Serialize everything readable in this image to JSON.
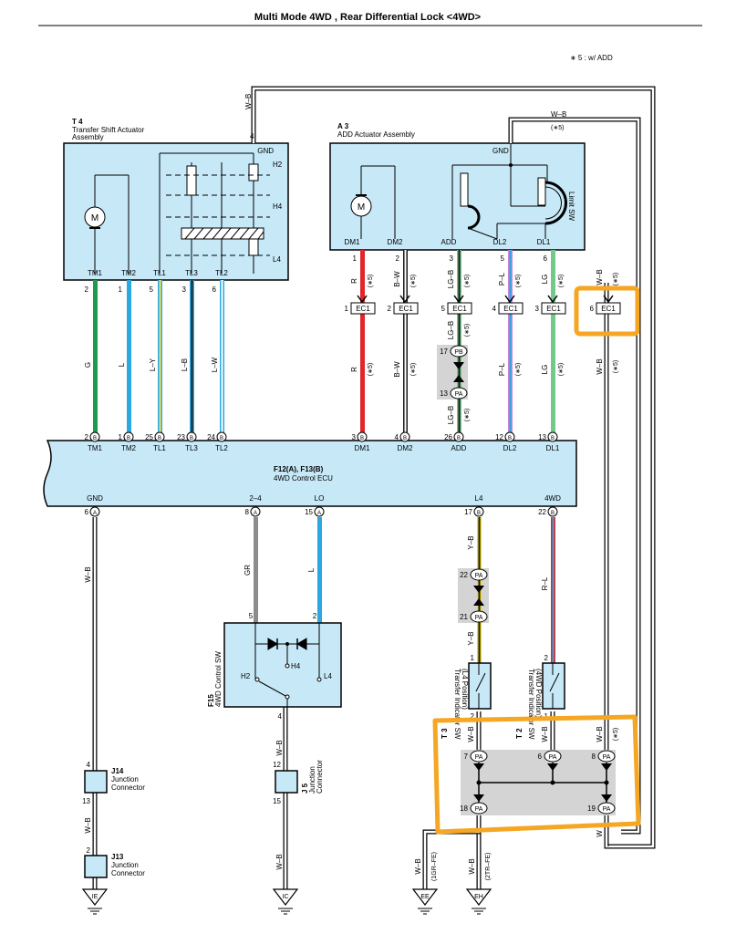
{
  "title": "Multi Mode 4WD , Rear Differential Lock <4WD>",
  "note": "∗ 5 : w/ ADD",
  "components": {
    "t4": {
      "id": "T 4",
      "name1": "Transfer Shift Actuator",
      "name2": "Assembly",
      "gnd": "GND",
      "h2": "H2",
      "h4": "H4",
      "l4": "L4",
      "gnd_pin": "4",
      "pins": [
        {
          "num": "2",
          "name": "TM1"
        },
        {
          "num": "1",
          "name": "TM2"
        },
        {
          "num": "5",
          "name": "TL1"
        },
        {
          "num": "3",
          "name": "TL3"
        },
        {
          "num": "6",
          "name": "TL2"
        }
      ]
    },
    "a3": {
      "id": "A 3",
      "name": "ADD Actuator Assembly",
      "gnd": "GND",
      "limit_sw": "Limit SW",
      "pins": [
        {
          "num": "1",
          "name": "DM1"
        },
        {
          "num": "2",
          "name": "DM2"
        },
        {
          "num": "3",
          "name": "ADD"
        },
        {
          "num": "5",
          "name": "DL2"
        },
        {
          "num": "6",
          "name": "DL1"
        }
      ]
    },
    "ecu": {
      "id": "F12(A), F13(B)",
      "name": "4WD Control ECU",
      "top_pins": [
        {
          "num": "2",
          "conn": "B",
          "name": "TM1"
        },
        {
          "num": "1",
          "conn": "B",
          "name": "TM2"
        },
        {
          "num": "25",
          "conn": "B",
          "name": "TL1"
        },
        {
          "num": "23",
          "conn": "B",
          "name": "TL3"
        },
        {
          "num": "24",
          "conn": "B",
          "name": "TL2"
        },
        {
          "num": "3",
          "conn": "B",
          "name": "DM1"
        },
        {
          "num": "4",
          "conn": "B",
          "name": "DM2"
        },
        {
          "num": "26",
          "conn": "B",
          "name": "ADD"
        },
        {
          "num": "12",
          "conn": "B",
          "name": "DL2"
        },
        {
          "num": "13",
          "conn": "B",
          "name": "DL1"
        }
      ],
      "bottom_pins": [
        {
          "num": "6",
          "conn": "A",
          "name": "GND"
        },
        {
          "num": "8",
          "conn": "A",
          "name": "2–4"
        },
        {
          "num": "15",
          "conn": "A",
          "name": "LO"
        },
        {
          "num": "17",
          "conn": "B",
          "name": "L4"
        },
        {
          "num": "22",
          "conn": "B",
          "name": "4WD"
        }
      ]
    },
    "f15": {
      "id": "F15",
      "name": "4WD Control SW",
      "h2": "H2",
      "h4": "H4",
      "l4": "L4",
      "pin5": "5",
      "pin2": "2",
      "pin4": "4"
    },
    "t3": {
      "id": "T 3",
      "name1": "Transfer Indicator SW",
      "name2": "(L4 Position)",
      "pin1": "1",
      "pin2": "2"
    },
    "t2": {
      "id": "T 2",
      "name1": "Transfer Indicator SW",
      "name2": "(4WD Position)",
      "pin1": "2",
      "pin2": "1"
    },
    "j14": {
      "id": "J14",
      "name1": "Junction",
      "name2": "Connector",
      "pin_top": "4",
      "pin_bottom": "13"
    },
    "j13": {
      "id": "J13",
      "name1": "Junction",
      "name2": "Connector",
      "pin_top": "2"
    },
    "j5": {
      "id": "J 5",
      "name1": "Junction",
      "name2": "Connector",
      "pin_top": "12",
      "pin_bottom": "15"
    }
  },
  "connectors": {
    "ec1": "EC1",
    "ec1_pins": [
      "1",
      "2",
      "5",
      "4",
      "3",
      "6"
    ],
    "pb": {
      "label": "PB",
      "pin": "17"
    },
    "pa_lgb": {
      "label": "PA",
      "pin": "13"
    },
    "pa_yb_top": {
      "label": "PA",
      "pin": "22"
    },
    "pa_yb_bottom": {
      "label": "PA",
      "pin": "21"
    },
    "pa_bus": [
      {
        "label": "PA",
        "pin": "7"
      },
      {
        "label": "PA",
        "pin": "6"
      },
      {
        "label": "PA",
        "pin": "8"
      },
      {
        "label": "PA",
        "pin": "18"
      },
      {
        "label": "PA",
        "pin": "19"
      }
    ]
  },
  "wires": {
    "wb": "W–B",
    "w": "W",
    "g": "G",
    "l": "L",
    "ly": "L–Y",
    "lb": "L–B",
    "lw": "L–W",
    "r": "R",
    "bw": "B–W",
    "lgb": "LG–B",
    "pl": "P–L",
    "lg": "LG",
    "gr": "GR",
    "yb": "Y–B",
    "rl": "R–L",
    "star5": "(∗5)"
  },
  "grounds": [
    {
      "label": "IE"
    },
    {
      "label": "IC"
    },
    {
      "label": "EE",
      "note": "(1GR–FE)"
    },
    {
      "label": "EH",
      "note": "(2TR–FE)"
    }
  ],
  "colors": {
    "box": "#c6e8f7",
    "shade": "#d4d4d4",
    "highlight": "#f5a623",
    "green": "#1e9c4a",
    "blue": "#2aa8e0",
    "red": "#e0262b",
    "black": "#1a1a1a",
    "grey": "#8c8c8c",
    "yellow": "#ecd81f",
    "pink": "#c882d8",
    "lightgreen": "#74c98a",
    "yellowstrand": "#f1e05a"
  }
}
